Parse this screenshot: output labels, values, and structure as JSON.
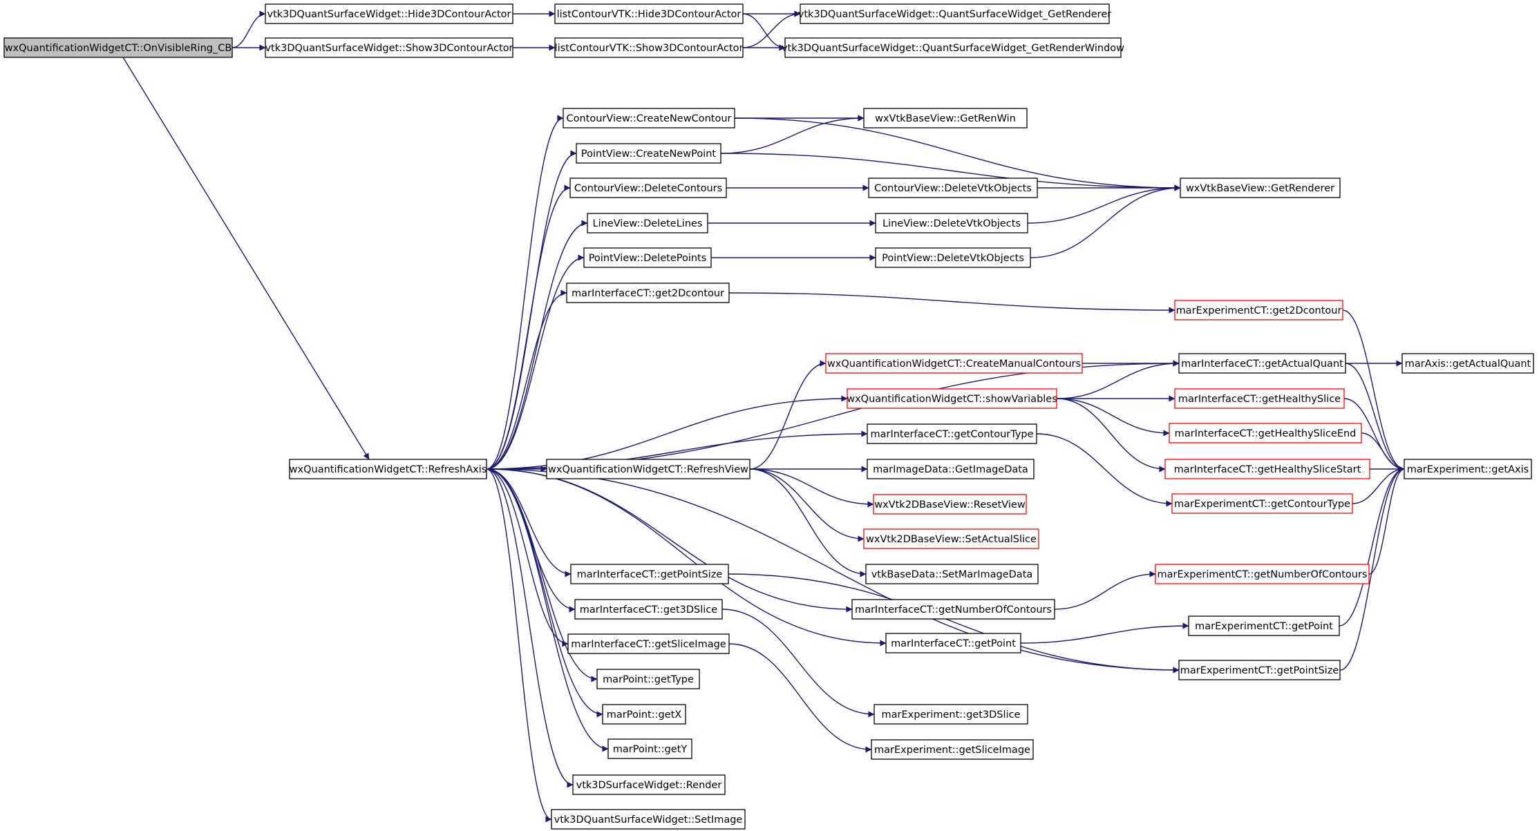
{
  "colors": {
    "edge": "#191970",
    "node_border": "#000000",
    "node_border_truncated": "#ff0000",
    "root_fill": "#bfbfbf",
    "node_fill": "#ffffff"
  },
  "graph": {
    "nodes": [
      {
        "id": "onvisiblering",
        "label": "wxQuantificationWidgetCT::OnVisibleRing_CB",
        "root": true
      },
      {
        "id": "hide3d_qsw",
        "label": "vtk3DQuantSurfaceWidget::Hide3DContourActor"
      },
      {
        "id": "show3d_qsw",
        "label": "vtk3DQuantSurfaceWidget::Show3DContourActor"
      },
      {
        "id": "hide3d_lc",
        "label": "listContourVTK::Hide3DContourActor"
      },
      {
        "id": "show3d_lc",
        "label": "listContourVTK::Show3DContourActor"
      },
      {
        "id": "getrenderer_qsw",
        "label": "vtk3DQuantSurfaceWidget::QuantSurfaceWidget_GetRenderer"
      },
      {
        "id": "getrenderwindow_qsw",
        "label": "vtk3DQuantSurfaceWidget::QuantSurfaceWidget_GetRenderWindow"
      },
      {
        "id": "refreshaxis",
        "label": "wxQuantificationWidgetCT::RefreshAxis"
      },
      {
        "id": "createnewcontour",
        "label": "ContourView::CreateNewContour"
      },
      {
        "id": "createnewpoint",
        "label": "PointView::CreateNewPoint"
      },
      {
        "id": "deletecontours",
        "label": "ContourView::DeleteContours"
      },
      {
        "id": "deletelines",
        "label": "LineView::DeleteLines"
      },
      {
        "id": "deletepoints",
        "label": "PointView::DeletePoints"
      },
      {
        "id": "get2dcontour_ic",
        "label": "marInterfaceCT::get2Dcontour"
      },
      {
        "id": "getrenwin",
        "label": "wxVtkBaseView::GetRenWin"
      },
      {
        "id": "getrenderer_vb",
        "label": "wxVtkBaseView::GetRenderer"
      },
      {
        "id": "deletevtk_contour",
        "label": "ContourView::DeleteVtkObjects"
      },
      {
        "id": "deletevtk_line",
        "label": "LineView::DeleteVtkObjects"
      },
      {
        "id": "deletevtk_point",
        "label": "PointView::DeleteVtkObjects"
      },
      {
        "id": "get2dcontour_ec",
        "label": "marExperimentCT::get2Dcontour",
        "truncated": true
      },
      {
        "id": "createmanualcontours",
        "label": "wxQuantificationWidgetCT::CreateManualContours",
        "truncated": true
      },
      {
        "id": "showvariables",
        "label": "wxQuantificationWidgetCT::showVariables",
        "truncated": true
      },
      {
        "id": "getactualquant_ic",
        "label": "marInterfaceCT::getActualQuant"
      },
      {
        "id": "getactualquant_axis",
        "label": "marAxis::getActualQuant"
      },
      {
        "id": "gethealthyslice",
        "label": "marInterfaceCT::getHealthySlice",
        "truncated": true
      },
      {
        "id": "gethealthysliceend",
        "label": "marInterfaceCT::getHealthySliceEnd",
        "truncated": true
      },
      {
        "id": "gethealthyslicestart",
        "label": "marInterfaceCT::getHealthySliceStart",
        "truncated": true
      },
      {
        "id": "getcontourtype_ic",
        "label": "marInterfaceCT::getContourType"
      },
      {
        "id": "getcontourtype_ec",
        "label": "marExperimentCT::getContourType",
        "truncated": true
      },
      {
        "id": "getaxis",
        "label": "marExperiment::getAxis"
      },
      {
        "id": "refreshview",
        "label": "wxQuantificationWidgetCT::RefreshView"
      },
      {
        "id": "getimagedata",
        "label": "marImageData::GetImageData"
      },
      {
        "id": "resetview",
        "label": "wxVtk2DBaseView::ResetView",
        "truncated": true
      },
      {
        "id": "setactualslice",
        "label": "wxVtk2DBaseView::SetActualSlice",
        "truncated": true
      },
      {
        "id": "setmarimagedata",
        "label": "vtkBaseData::SetMarImageData"
      },
      {
        "id": "getnumberofcontours_ec",
        "label": "marExperimentCT::getNumberOfContours",
        "truncated": true
      },
      {
        "id": "getnumberofcontours_ic",
        "label": "marInterfaceCT::getNumberOfContours"
      },
      {
        "id": "getpointsize_ic",
        "label": "marInterfaceCT::getPointSize"
      },
      {
        "id": "get3dslice_ic",
        "label": "marInterfaceCT::get3DSlice"
      },
      {
        "id": "getsliceimage_ic",
        "label": "marInterfaceCT::getSliceImage"
      },
      {
        "id": "getpoint_ic",
        "label": "marInterfaceCT::getPoint"
      },
      {
        "id": "getpoint_ec",
        "label": "marExperimentCT::getPoint"
      },
      {
        "id": "getpointsize_ec",
        "label": "marExperimentCT::getPointSize"
      },
      {
        "id": "gettype",
        "label": "marPoint::getType"
      },
      {
        "id": "getx",
        "label": "marPoint::getX"
      },
      {
        "id": "gety",
        "label": "marPoint::getY"
      },
      {
        "id": "get3dslice_e",
        "label": "marExperiment::get3DSlice"
      },
      {
        "id": "getsliceimage_e",
        "label": "marExperiment::getSliceImage"
      },
      {
        "id": "render",
        "label": "vtk3DSurfaceWidget::Render"
      },
      {
        "id": "setimage",
        "label": "vtk3DQuantSurfaceWidget::SetImage"
      }
    ]
  }
}
